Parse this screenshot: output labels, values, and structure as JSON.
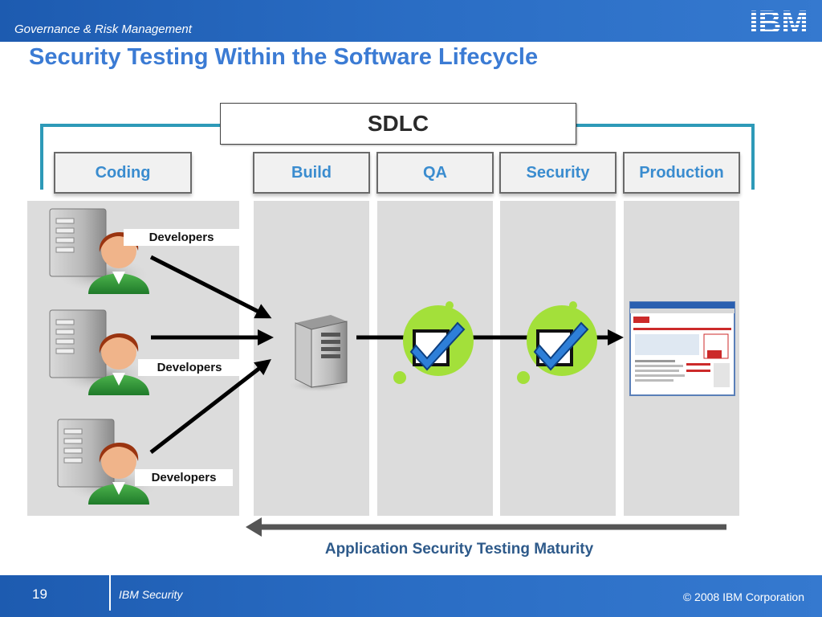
{
  "header": {
    "subtitle": "Governance & Risk Management",
    "logo": "IBM",
    "title": "Security Testing Within the Software Lifecycle"
  },
  "diagram": {
    "sdlc_label": "SDLC",
    "phases": [
      {
        "label": "Coding"
      },
      {
        "label": "Build"
      },
      {
        "label": "QA"
      },
      {
        "label": "Security"
      },
      {
        "label": "Production"
      }
    ],
    "developer_groups": [
      {
        "label": "Developers"
      },
      {
        "label": "Developers"
      },
      {
        "label": "Developers"
      }
    ],
    "icons": {
      "developer": "developer-workstation-icon",
      "build": "server-icon",
      "qa": "checkmark-icon",
      "security": "checkmark-icon",
      "production": "web-application-icon"
    },
    "maturity_label": "Application Security Testing Maturity",
    "colors": {
      "accent_blue": "#3b7bd4",
      "phase_text": "#3a8ccf",
      "bracket": "#2e9ab8",
      "check_green": "#a3e03a",
      "check_blue": "#2e7fd8"
    }
  },
  "footer": {
    "page_number": "19",
    "left_text": "IBM Security",
    "copyright": "© 2008 IBM Corporation"
  }
}
